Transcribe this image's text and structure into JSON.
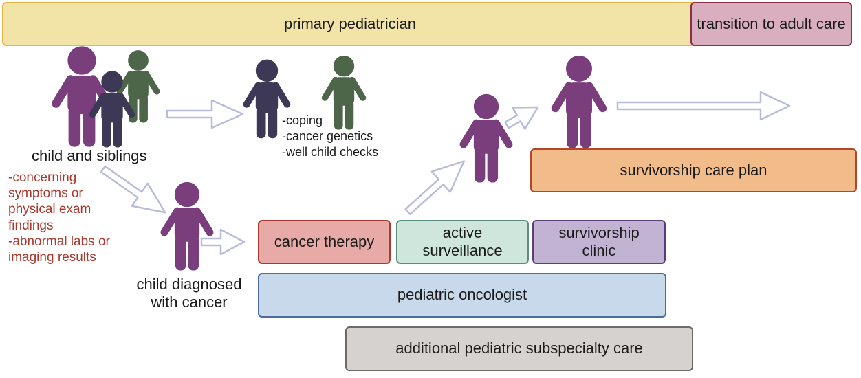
{
  "boxes": {
    "primary_pediatrician": "primary pediatrician",
    "transition_adult_care": "transition to adult care",
    "survivorship_care_plan": "survivorship care plan",
    "cancer_therapy": "cancer therapy",
    "active_surveillance": "active surveillance",
    "survivorship_clinic": "survivorship clinic",
    "pediatric_oncologist": "pediatric oncologist",
    "additional_subspecialty": "additional pediatric subspecialty care"
  },
  "labels": {
    "child_and_siblings": "child and siblings",
    "child_diagnosed": "child diagnosed with cancer"
  },
  "sibling_needs": [
    "-coping",
    "-cancer genetics",
    "-well child checks"
  ],
  "warning_signs": [
    "-concerning symptoms or physical exam findings",
    "-abnormal labs or imaging results"
  ],
  "colors": {
    "primary_fill": "#f2e3a6",
    "primary_border": "#e8b54a",
    "transition_fill": "#d9aebf",
    "transition_border": "#8c2d4c",
    "care_plan_fill": "#f2bb8a",
    "care_plan_border": "#b5462a",
    "therapy_fill": "#e8aaa7",
    "therapy_border": "#a83a30",
    "surveillance_fill": "#cfe6dd",
    "surveillance_border": "#5c8e80",
    "clinic_fill": "#c3b3d3",
    "clinic_border": "#5c3d7c",
    "oncologist_fill": "#c8d9ec",
    "oncologist_border": "#4a6aa0",
    "subspecialty_fill": "#d6d2cf",
    "subspecialty_border": "#6e6a66",
    "person_purple": "#7a3e7c",
    "person_navy": "#3c3856",
    "person_green": "#4d6649",
    "warning_text": "#a8382c",
    "arrow_fill": "#ffffff",
    "arrow_stroke": "#b8bcd8"
  }
}
